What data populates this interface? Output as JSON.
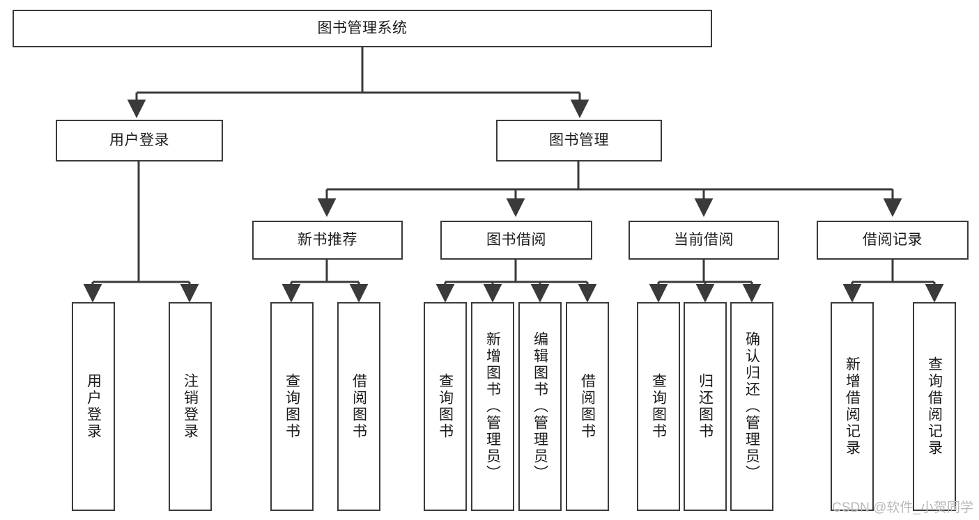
{
  "diagram": {
    "type": "tree",
    "title": "图书管理系统",
    "watermark": "CSDN @软件_小贺同学",
    "colors": {
      "background": "#ffffff",
      "stroke": "#3a3a3a",
      "text": "#1b1b1b",
      "watermark": "#b9b9b9"
    },
    "root": {
      "label": "图书管理系统"
    },
    "level2": [
      {
        "label": "用户登录"
      },
      {
        "label": "图书管理"
      }
    ],
    "level3": [
      {
        "label": "新书推荐"
      },
      {
        "label": "图书借阅"
      },
      {
        "label": "当前借阅"
      },
      {
        "label": "借阅记录"
      }
    ],
    "leaves": {
      "user_login": [
        {
          "label": "用户登录"
        },
        {
          "label": "注销登录"
        }
      ],
      "new_book_recommend": [
        {
          "label": "查询图书"
        },
        {
          "label": "借阅图书"
        }
      ],
      "book_borrow": [
        {
          "label": "查询图书"
        },
        {
          "label": "新增图书（管理员）"
        },
        {
          "label": "编辑图书（管理员）"
        },
        {
          "label": "借阅图书"
        }
      ],
      "current_borrow": [
        {
          "label": "查询图书"
        },
        {
          "label": "归还图书"
        },
        {
          "label": "确认归还（管理员）"
        }
      ],
      "borrow_record": [
        {
          "label": "新增借阅记录"
        },
        {
          "label": "查询借阅记录"
        }
      ]
    }
  }
}
